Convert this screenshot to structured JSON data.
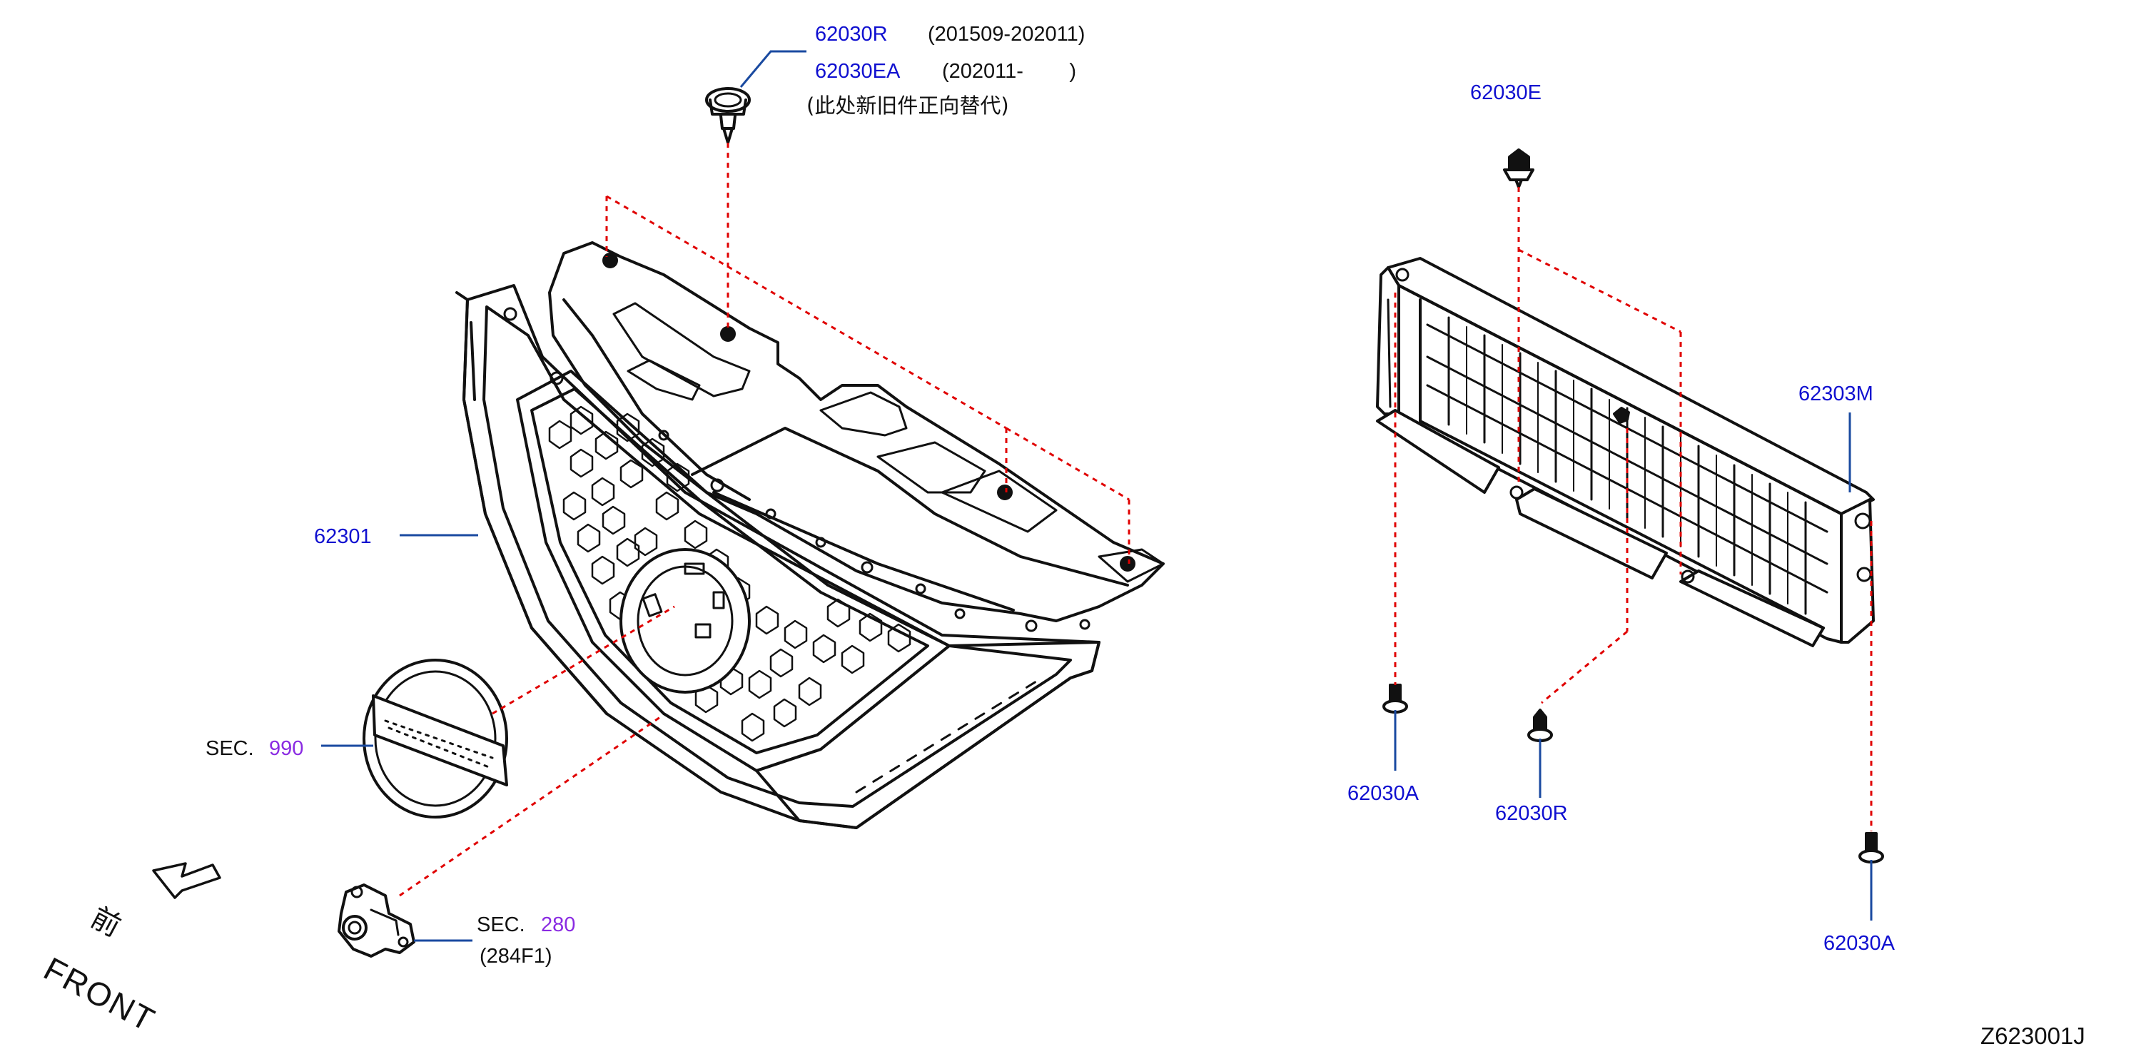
{
  "diagram": {
    "code": "Z623001J",
    "colors": {
      "part_link": "#1010d0",
      "section_link": "#8a2be2",
      "leader": "#1a4aa0",
      "dashed": "#e00000",
      "ink": "#111111"
    },
    "labels": {
      "clip_top_a": "62030R",
      "clip_top_a_range": "(201509-202011)",
      "clip_top_b": "62030EA",
      "clip_top_b_range": "(202011-        )",
      "clip_note": "(此处新旧件正向替代)",
      "grille": "62301",
      "emblem_sec_prefix": "SEC.",
      "emblem_sec": "990",
      "camera_sec_prefix": "SEC.",
      "camera_sec": "280",
      "camera_part": "(284F1)",
      "front_cn": "前",
      "front_en": "FRONT",
      "clip_e": "62030E",
      "shutter": "62303M",
      "screw_left": "62030A",
      "clip_bottom": "62030R",
      "screw_right": "62030A"
    }
  }
}
